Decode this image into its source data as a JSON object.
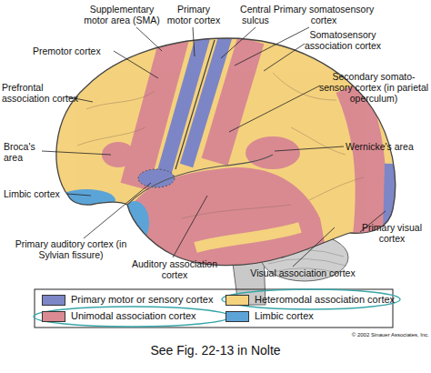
{
  "diagram": {
    "caption": "See Fig. 22-13 in Nolte",
    "labels": [
      "Supplementary motor area (SMA)",
      "Primary motor cortex",
      "Central sulcus",
      "Primary somatosensory cortex",
      "Somatosensory association cortex",
      "Premotor cortex",
      "Secondary somato-sensory cortex (in parietal operculum)",
      "Prefrontal association cortex",
      "Wernicke's area",
      "Broca's area",
      "Limbic cortex",
      "Primary visual cortex",
      "Primary auditory cortex (in Sylvian fissure)",
      "Auditory association cortex",
      "Visual association cortex",
      "© 2002 Sinauer Associates, Inc."
    ],
    "legend": [
      {
        "text": "Primary motor or sensory cortex",
        "color": "#7d86c6"
      },
      {
        "text": "Heteromodal association cortex",
        "color": "#f4d27e"
      },
      {
        "text": "Unimodal association cortex",
        "color": "#d98a92"
      },
      {
        "text": "Limbic cortex",
        "color": "#5ca4d8"
      }
    ]
  }
}
